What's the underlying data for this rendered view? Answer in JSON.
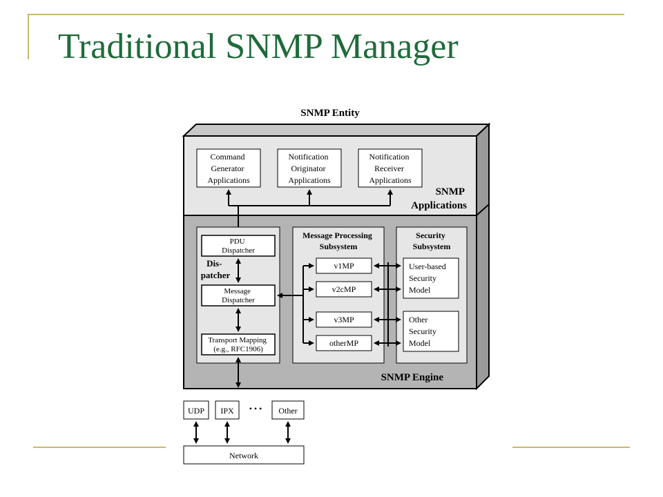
{
  "slide": {
    "title": "Traditional SNMP Manager"
  },
  "colors": {
    "title": "#1f6b3a",
    "accent_line": "#c8b96a",
    "apps_layer": "#e6e6e6",
    "engine_layer": "#b4b4b4",
    "frame": "#000000"
  },
  "diagram": {
    "entity_label": "SNMP Entity",
    "applications_label": [
      "SNMP",
      "Applications"
    ],
    "engine_label": "SNMP Engine",
    "apps": [
      {
        "lines": [
          "Command",
          "Generator",
          "Applications"
        ]
      },
      {
        "lines": [
          "Notification",
          "Originator",
          "Applications"
        ]
      },
      {
        "lines": [
          "Notification",
          "Receiver",
          "Applications"
        ]
      }
    ],
    "dispatcher": {
      "label": [
        "Dis-",
        "patcher"
      ],
      "pdu": [
        "PDU",
        "Dispatcher"
      ],
      "message": [
        "Message",
        "Dispatcher"
      ],
      "transport": [
        "Transport Mapping",
        "(e.g., RFC1906)"
      ]
    },
    "message_processing": {
      "title": [
        "Message Processing",
        "Subsystem"
      ],
      "models": [
        "v1MP",
        "v2cMP",
        "v3MP",
        "otherMP"
      ]
    },
    "security": {
      "title": [
        "Security",
        "Subsystem"
      ],
      "models": [
        [
          "User-based",
          "Security",
          "Model"
        ],
        [
          "Other",
          "Security",
          "Model"
        ]
      ]
    },
    "transports": [
      "UDP",
      "IPX",
      "Other"
    ],
    "ellipsis": "• • •",
    "network": "Network"
  }
}
